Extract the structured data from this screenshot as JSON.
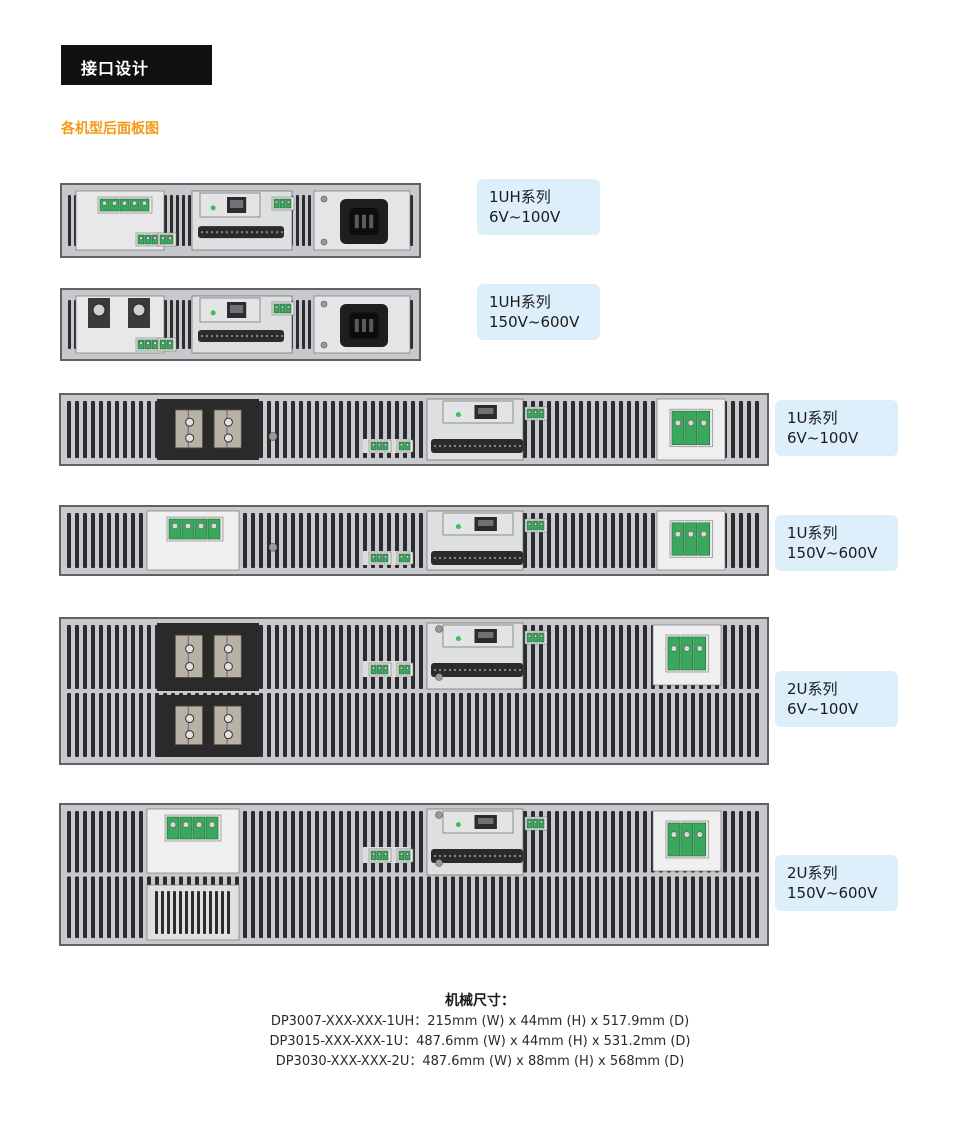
{
  "header": {
    "title": "接口设计",
    "accent_color": "#f28c18",
    "background_color": "#111111"
  },
  "subtitle": "各机型后面板图",
  "panels": [
    {
      "name": "1UH",
      "label_line1": "1UH系列",
      "label_line2": "6V~100V"
    },
    {
      "name": "1UH-hv",
      "label_line1": "1UH系列",
      "label_line2": "150V~600V"
    },
    {
      "name": "1U",
      "label_line1": "1U系列",
      "label_line2": "6V~100V"
    },
    {
      "name": "1U-hv",
      "label_line1": "1U系列",
      "label_line2": "150V~600V"
    },
    {
      "name": "2U",
      "label_line1": "2U系列",
      "label_line2": "6V~100V"
    },
    {
      "name": "2U-hv",
      "label_line1": "2U系列",
      "label_line2": "150V~600V"
    }
  ],
  "dimensions": {
    "heading": "机械尺寸：",
    "lines": [
      "DP3007-XXX-XXX-1UH：215mm (W) x 44mm (H) x 517.9mm (D)",
      "DP3015-XXX-XXX-1U：487.6mm (W) x 44mm (H) x 531.2mm (D)",
      "DP3030-XXX-XXX-2U：487.6mm (W) x 88mm (H) x 568mm (D)"
    ]
  },
  "colors": {
    "label_bg": "#ddeffa",
    "subtitle": "#f29a16",
    "chassis": "#c9cbce",
    "vent": "#2a2c2e",
    "terminal_green": "#3aa85c"
  }
}
